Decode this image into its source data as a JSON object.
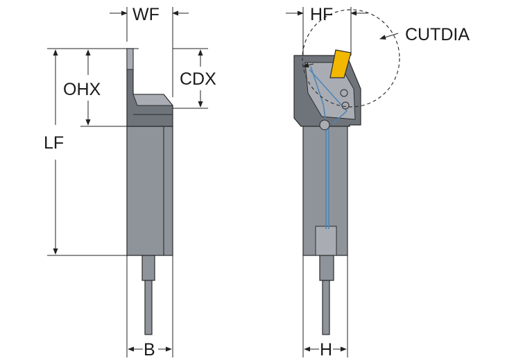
{
  "labels": {
    "wf": "WF",
    "hf": "HF",
    "cutdia": "CUTDIA",
    "ohx": "OHX",
    "cdx": "CDX",
    "lf": "LF",
    "b": "B",
    "h": "H"
  },
  "colors": {
    "body": "#8f949b",
    "insert": "#f2b800",
    "coolant": "#4e86b8"
  }
}
